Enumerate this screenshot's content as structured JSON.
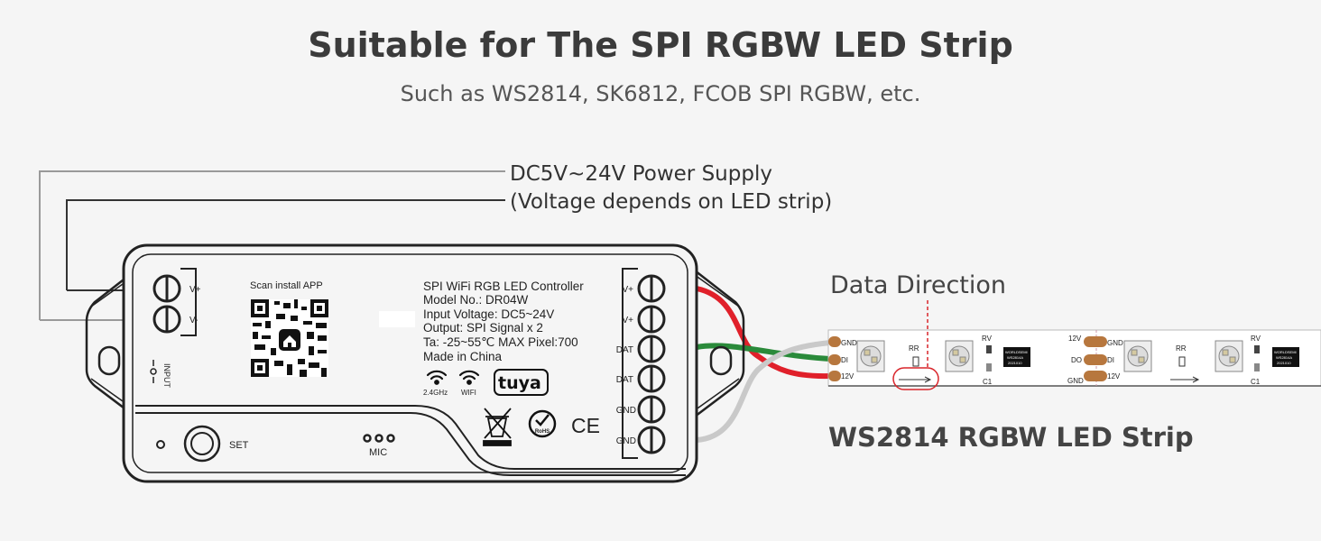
{
  "header": {
    "title": "Suitable for The SPI RGBW LED Strip",
    "subtitle": "Such as WS2814, SK6812, FCOB SPI RGBW, etc."
  },
  "power": {
    "line1": "DC5V~24V Power Supply",
    "line2": "(Voltage depends on LED strip)"
  },
  "controller": {
    "input_terminals": [
      "V+",
      "V-"
    ],
    "input_label": "INPUT",
    "scan_label": "Scan install APP",
    "info": [
      "SPI WiFi RGB LED Controller",
      "Model No.: DR04W",
      "Input Voltage: DC5~24V",
      "Output: SPI Signal x 2",
      "Ta: -25~55℃ MAX Pixel:700",
      "Made in China"
    ],
    "wifi_24_label": "2.4GHz",
    "wifi_label": "WIFI",
    "tuya_label": "tuya",
    "rohs_label": "RoHS",
    "ce_label": "CE",
    "set_label": "SET",
    "mic_label": "MIC",
    "output_terminals": [
      "V+",
      "V+",
      "DAT",
      "DAT",
      "GND",
      "GND"
    ]
  },
  "strip": {
    "data_direction": "Data Direction",
    "name": "WS2814 RGBW LED Strip",
    "left_pads": [
      "GND",
      "DI",
      "12V"
    ],
    "mid_left_pads": [
      "12V",
      "DO",
      "GND"
    ],
    "mid_right_pads": [
      "GND",
      "DI",
      "12V"
    ],
    "resistor_label": "RR",
    "rv_label": "RV",
    "c1_label": "C1",
    "chip_line1": "WORLDSEMI",
    "chip_line2": "WS2814A",
    "chip_line3": "2021010"
  },
  "colors": {
    "red_wire": "#e0202a",
    "green_wire": "#2a8a3a",
    "white_wire": "#c9c9c9",
    "pad": "#b7773e",
    "outline": "#222222"
  }
}
